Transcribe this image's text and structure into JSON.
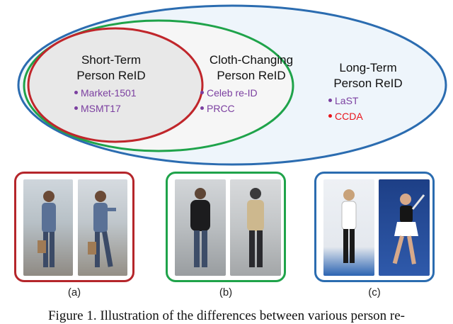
{
  "venn": {
    "short_term": {
      "title_line1": "Short-Term",
      "title_line2": "Person ReID",
      "datasets": [
        "Market-1501",
        "MSMT17"
      ]
    },
    "cloth_changing": {
      "title_line1": "Cloth-Changing",
      "title_line2": "Person ReID",
      "datasets": [
        "Celeb re-ID",
        "PRCC"
      ]
    },
    "long_term": {
      "title_line1": "Long-Term",
      "title_line2": "Person ReID",
      "datasets": [
        "LaST",
        "CCDA"
      ]
    }
  },
  "colors": {
    "short_term_border": "#c0262b",
    "cloth_changing_border": "#1fa34a",
    "long_term_border": "#2b6cb0",
    "short_term_fill": "#e8e8e8",
    "long_term_fill": "#eef5fb",
    "dataset_text": "#7b3fa0",
    "highlight_dataset": "#e8141b"
  },
  "panels": [
    {
      "letter": "(a)"
    },
    {
      "letter": "(b)"
    },
    {
      "letter": "(c)"
    }
  ],
  "figure_caption": "Figure 1. Illustration of the differences between various person re-"
}
